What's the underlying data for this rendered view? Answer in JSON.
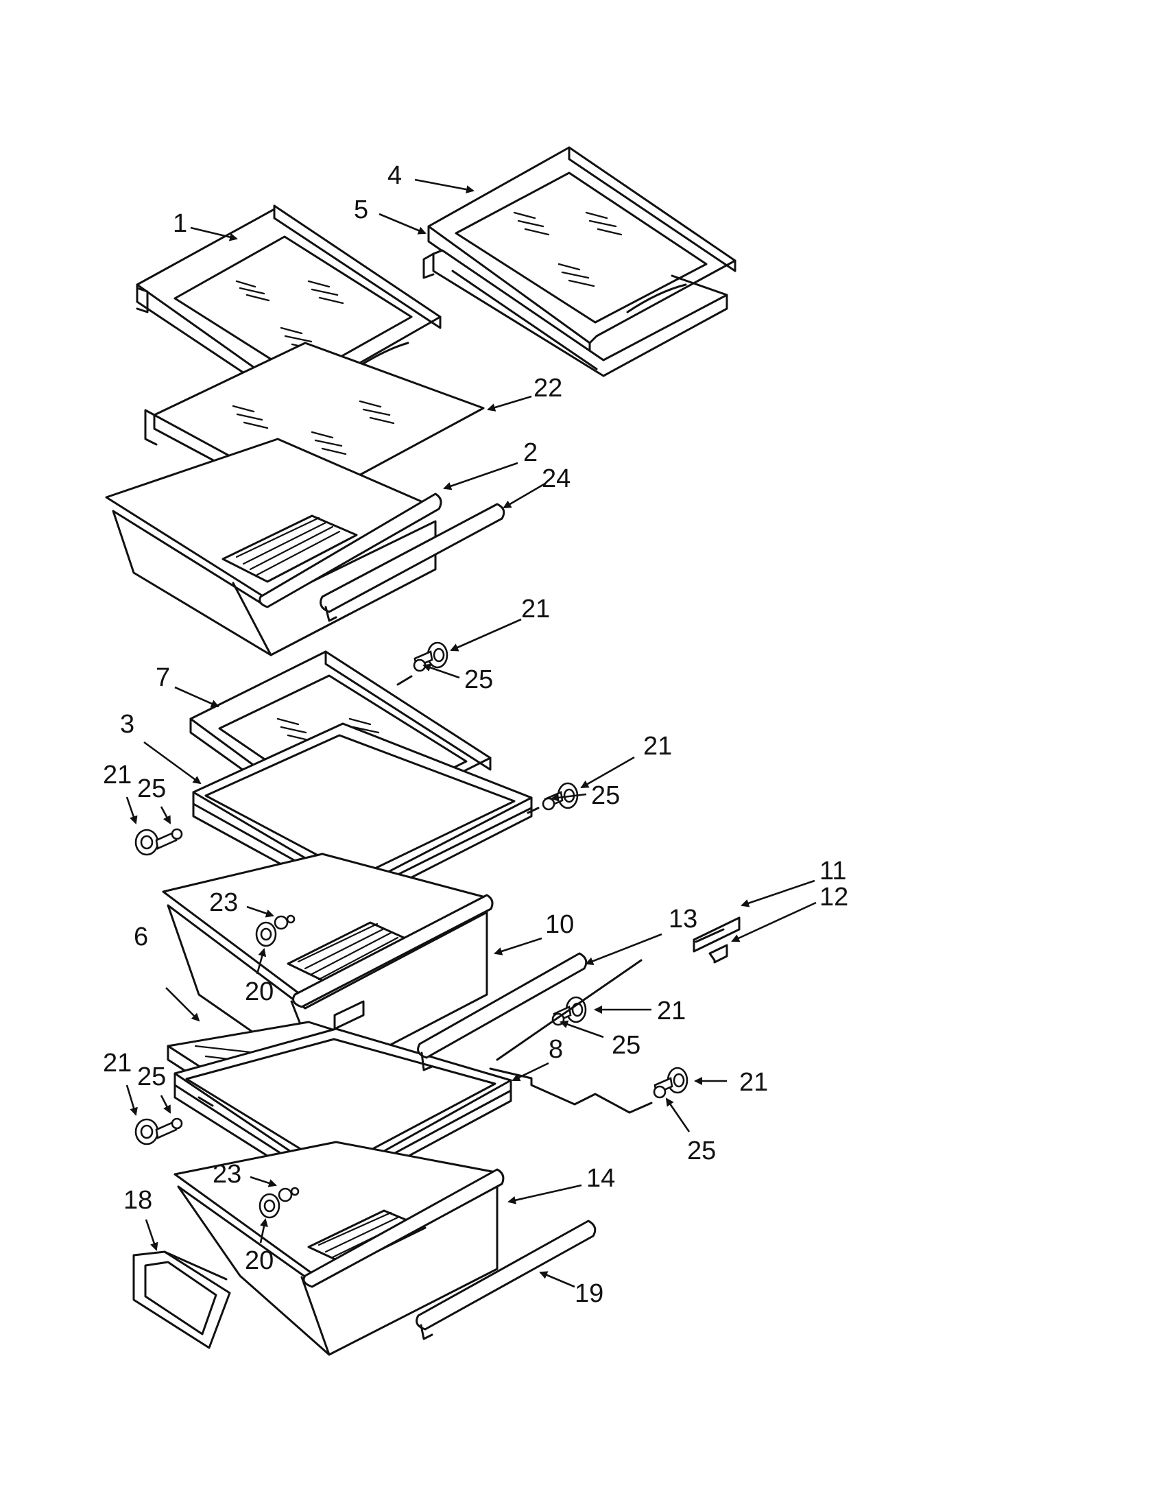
{
  "callouts": {
    "c1": "1",
    "c4": "4",
    "c5": "5",
    "c22": "22",
    "c2": "2",
    "c24": "24",
    "c21a": "21",
    "c25a": "25",
    "c7": "7",
    "c3": "3",
    "c21b": "21",
    "c25b": "25",
    "c21c": "21",
    "c25c": "25",
    "c11": "11",
    "c12": "12",
    "c13": "13",
    "c23a": "23",
    "c10": "10",
    "c6": "6",
    "c20a": "20",
    "c21d": "21",
    "c25d": "25",
    "c8": "8",
    "c21e": "21",
    "c25e": "25",
    "c21f": "21",
    "c25f": "25",
    "c23b": "23",
    "c14": "14",
    "c18": "18",
    "c20b": "20",
    "c19": "19"
  },
  "colors": {
    "line": "#111111",
    "background": "#ffffff"
  }
}
